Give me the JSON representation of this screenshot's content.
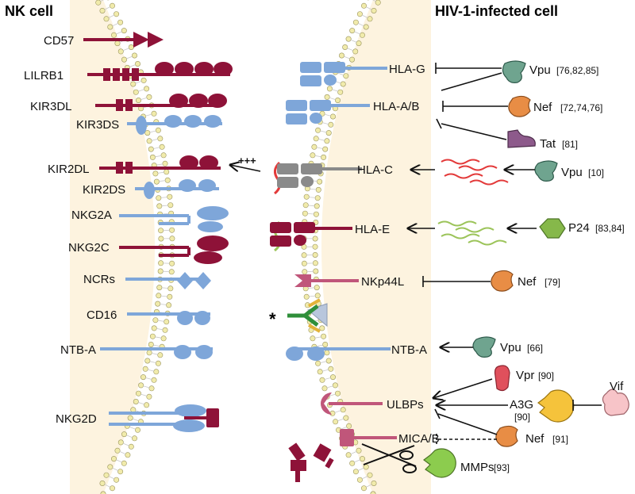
{
  "titles": {
    "nk_cell": "NK cell",
    "hiv_cell": "HIV-1-infected cell"
  },
  "nk_receptors": {
    "cd57": "CD57",
    "lilrb1": "LILRB1",
    "kir3dl": "KIR3DL",
    "kir3ds": "KIR3DS",
    "kir2dl": "KIR2DL",
    "kir2ds": "KIR2DS",
    "nkg2a": "NKG2A",
    "nkg2c": "NKG2C",
    "ncrs": "NCRs",
    "cd16": "CD16",
    "ntba": "NTB-A",
    "nkg2d": "NKG2D"
  },
  "ligands": {
    "hla_g": "HLA-G",
    "hla_ab": "HLA-A/B",
    "hla_c": "HLA-C",
    "hla_e": "HLA-E",
    "nkp44l": "NKp44L",
    "ntba": "NTB-A",
    "ulbps": "ULBPs",
    "mica_b": "MICA/B"
  },
  "viral_factors": {
    "vpu_1": {
      "name": "Vpu",
      "ref": "[76,82,85]"
    },
    "nef_1": {
      "name": "Nef",
      "ref": "[72,74,76]"
    },
    "tat": {
      "name": "Tat",
      "ref": "[81]"
    },
    "vpu_2": {
      "name": "Vpu",
      "ref": "[10]"
    },
    "p24": {
      "name": "P24",
      "ref": "[83,84]"
    },
    "nef_2": {
      "name": "Nef",
      "ref": "[79]"
    },
    "vpu_3": {
      "name": "Vpu",
      "ref": "[66]"
    },
    "vpr": {
      "name": "Vpr",
      "ref": "[90]"
    },
    "a3g": {
      "name": "A3G",
      "ref": "[90]"
    },
    "vif": {
      "name": "Vif"
    },
    "nef_3": {
      "name": "Nef",
      "ref": "[91]"
    },
    "mmps": {
      "name": "MMPs",
      "ref": "[93]"
    }
  },
  "annotations": {
    "plus_marks": "+++",
    "asterisk": "*"
  },
  "colors": {
    "crimson": "#8e1238",
    "blue": "#7ea6d9",
    "gray": "#8a8a8a",
    "pink": "#c0567a",
    "green": "#2f8f3a",
    "cream": "#fdf3df",
    "lipid_head": "#f1ebab",
    "vpu_green": "#6fa48f",
    "nef_orange": "#e88d45",
    "tat_purple": "#8d5a8b",
    "p24_green": "#86b84a",
    "vpr_red": "#e0505c",
    "a3g_yellow": "#f5c33b",
    "vif_pink": "#f7c4c8",
    "mmp_green": "#8ccc4e"
  }
}
